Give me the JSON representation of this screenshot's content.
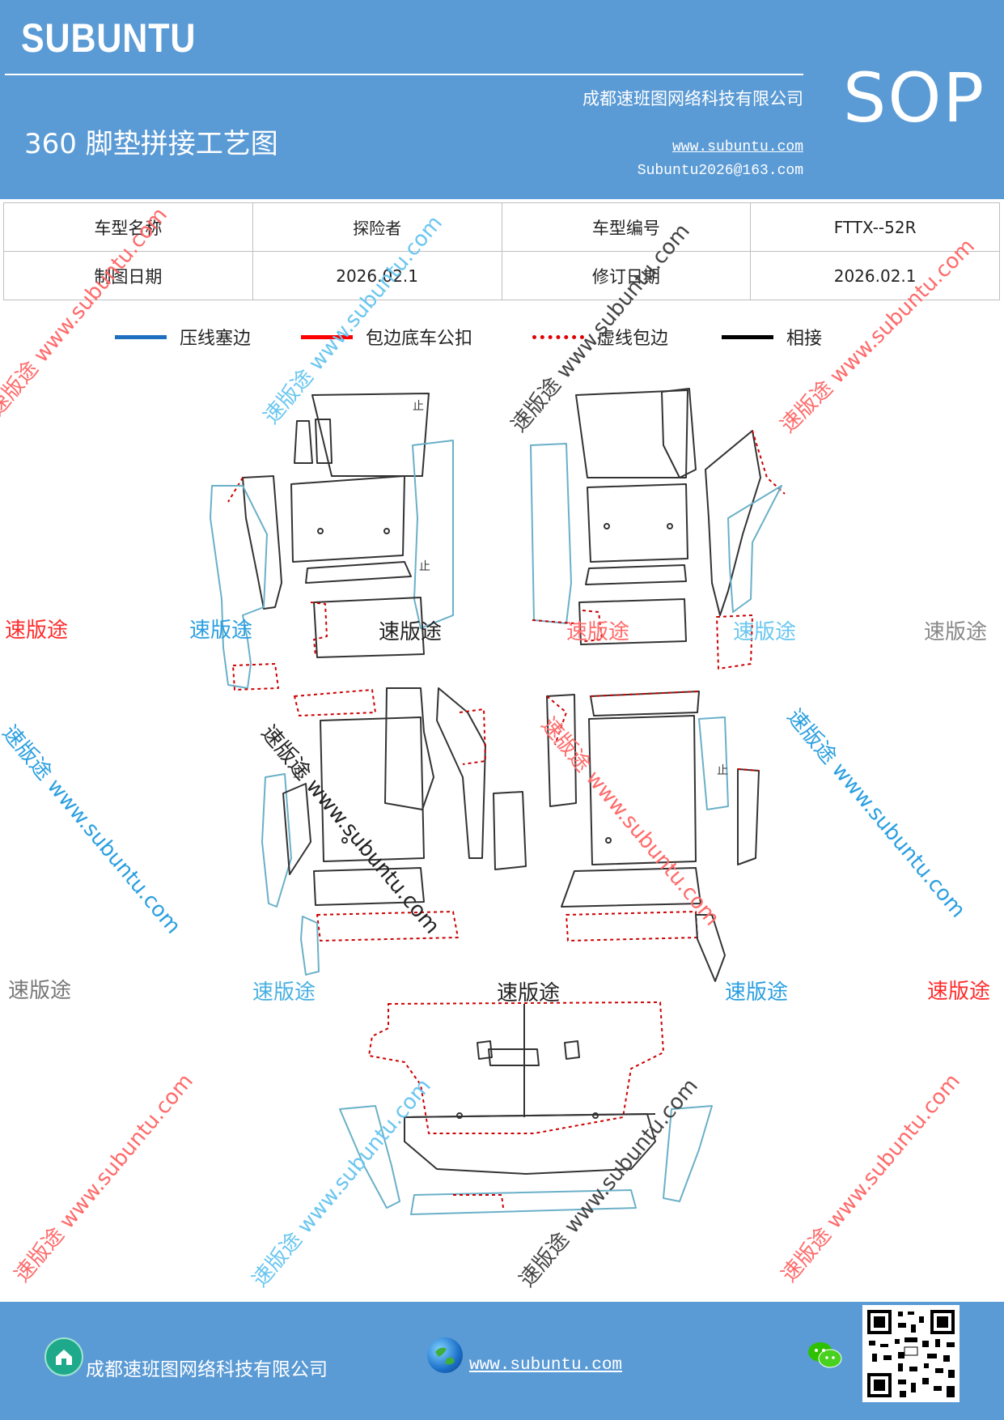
{
  "header": {
    "brand": "SUBUNTU",
    "company": "成都速班图网络科技有限公司",
    "title": "360 脚垫拼接工艺图",
    "website": "www.subuntu.com",
    "email": "Subuntu2026@163.com",
    "badge": "SOP",
    "bg_color": "#5b9bd5"
  },
  "info": {
    "row1": [
      "车型名称",
      "探险者",
      "车型编号",
      "FTTX--52R"
    ],
    "row2": [
      "制图日期",
      "2026.02.1",
      "修订日期",
      "2026.02.1"
    ]
  },
  "legend": [
    {
      "label": "压线塞边",
      "color": "#1f6fc0",
      "style": "solid"
    },
    {
      "label": "包边底车公扣",
      "color": "#ff0000",
      "style": "solid"
    },
    {
      "label": "虚线包边",
      "color": "#e00000",
      "style": "dotted"
    },
    {
      "label": "相接",
      "color": "#000000",
      "style": "solid"
    }
  ],
  "watermarks": {
    "brand_text": "速版途",
    "url_text": "速版途 www.subuntu.com",
    "url_text_rotated_only": "www.subuntu.com"
  },
  "footer": {
    "company": "成都速班图网络科技有限公司",
    "website": "www.subuntu.com",
    "icons": [
      "home-icon",
      "globe-icon",
      "wechat-icon",
      "qr-code"
    ]
  }
}
